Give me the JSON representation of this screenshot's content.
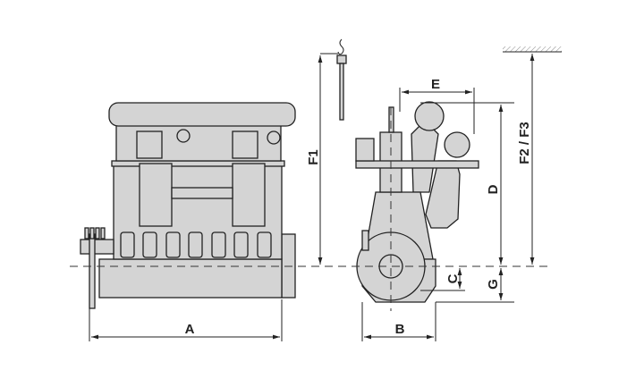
{
  "diagram": {
    "dimensions": {
      "A": "A",
      "B": "B",
      "C": "C",
      "D": "D",
      "E": "E",
      "F1": "F1",
      "F2_F3": "F2 / F3",
      "G": "G"
    }
  }
}
